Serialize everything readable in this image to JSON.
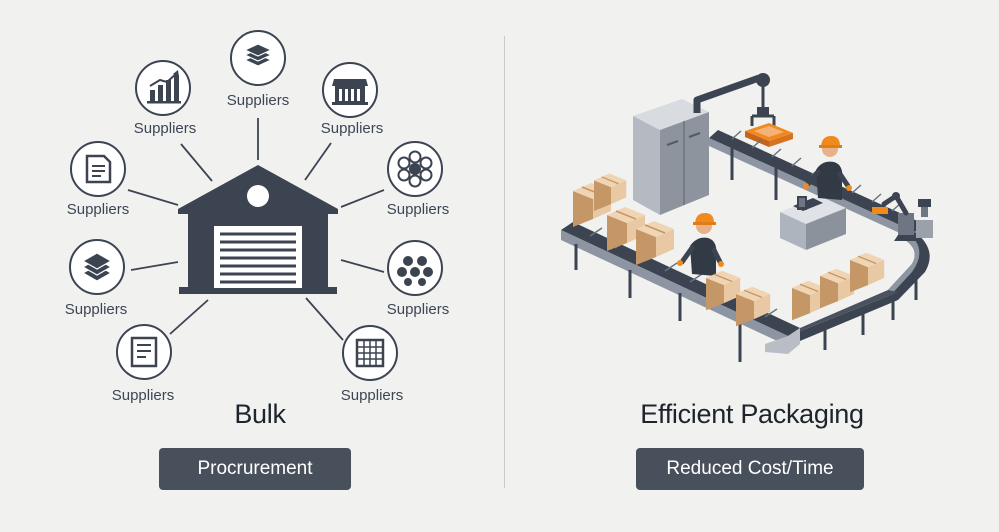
{
  "left": {
    "suppliers": [
      {
        "label": "Suppliers",
        "icon": "layers-icon"
      },
      {
        "label": "Suppliers",
        "icon": "shop-icon"
      },
      {
        "label": "Suppliers",
        "icon": "network-icon"
      },
      {
        "label": "Suppliers",
        "icon": "cluster-icon"
      },
      {
        "label": "Suppliers",
        "icon": "grid-sheet-icon"
      },
      {
        "label": "Suppliers",
        "icon": "form-sheet-icon"
      },
      {
        "label": "Suppliers",
        "icon": "stack-icon"
      },
      {
        "label": "Suppliers",
        "icon": "document-icon"
      },
      {
        "label": "Suppliers",
        "icon": "bar-chart-icon"
      }
    ],
    "title": "Bulk",
    "badge": "Procrurement"
  },
  "right": {
    "title": "Efficient Packaging",
    "badge": "Reduced Cost/Time"
  },
  "colors": {
    "background": "#f1f1f0",
    "dark": "#3c4452",
    "worker_vest": "#323a46",
    "hardhat": "#f08a1e",
    "box": "#e2b990",
    "box_dark": "#c59766",
    "badge": "#48505c"
  }
}
